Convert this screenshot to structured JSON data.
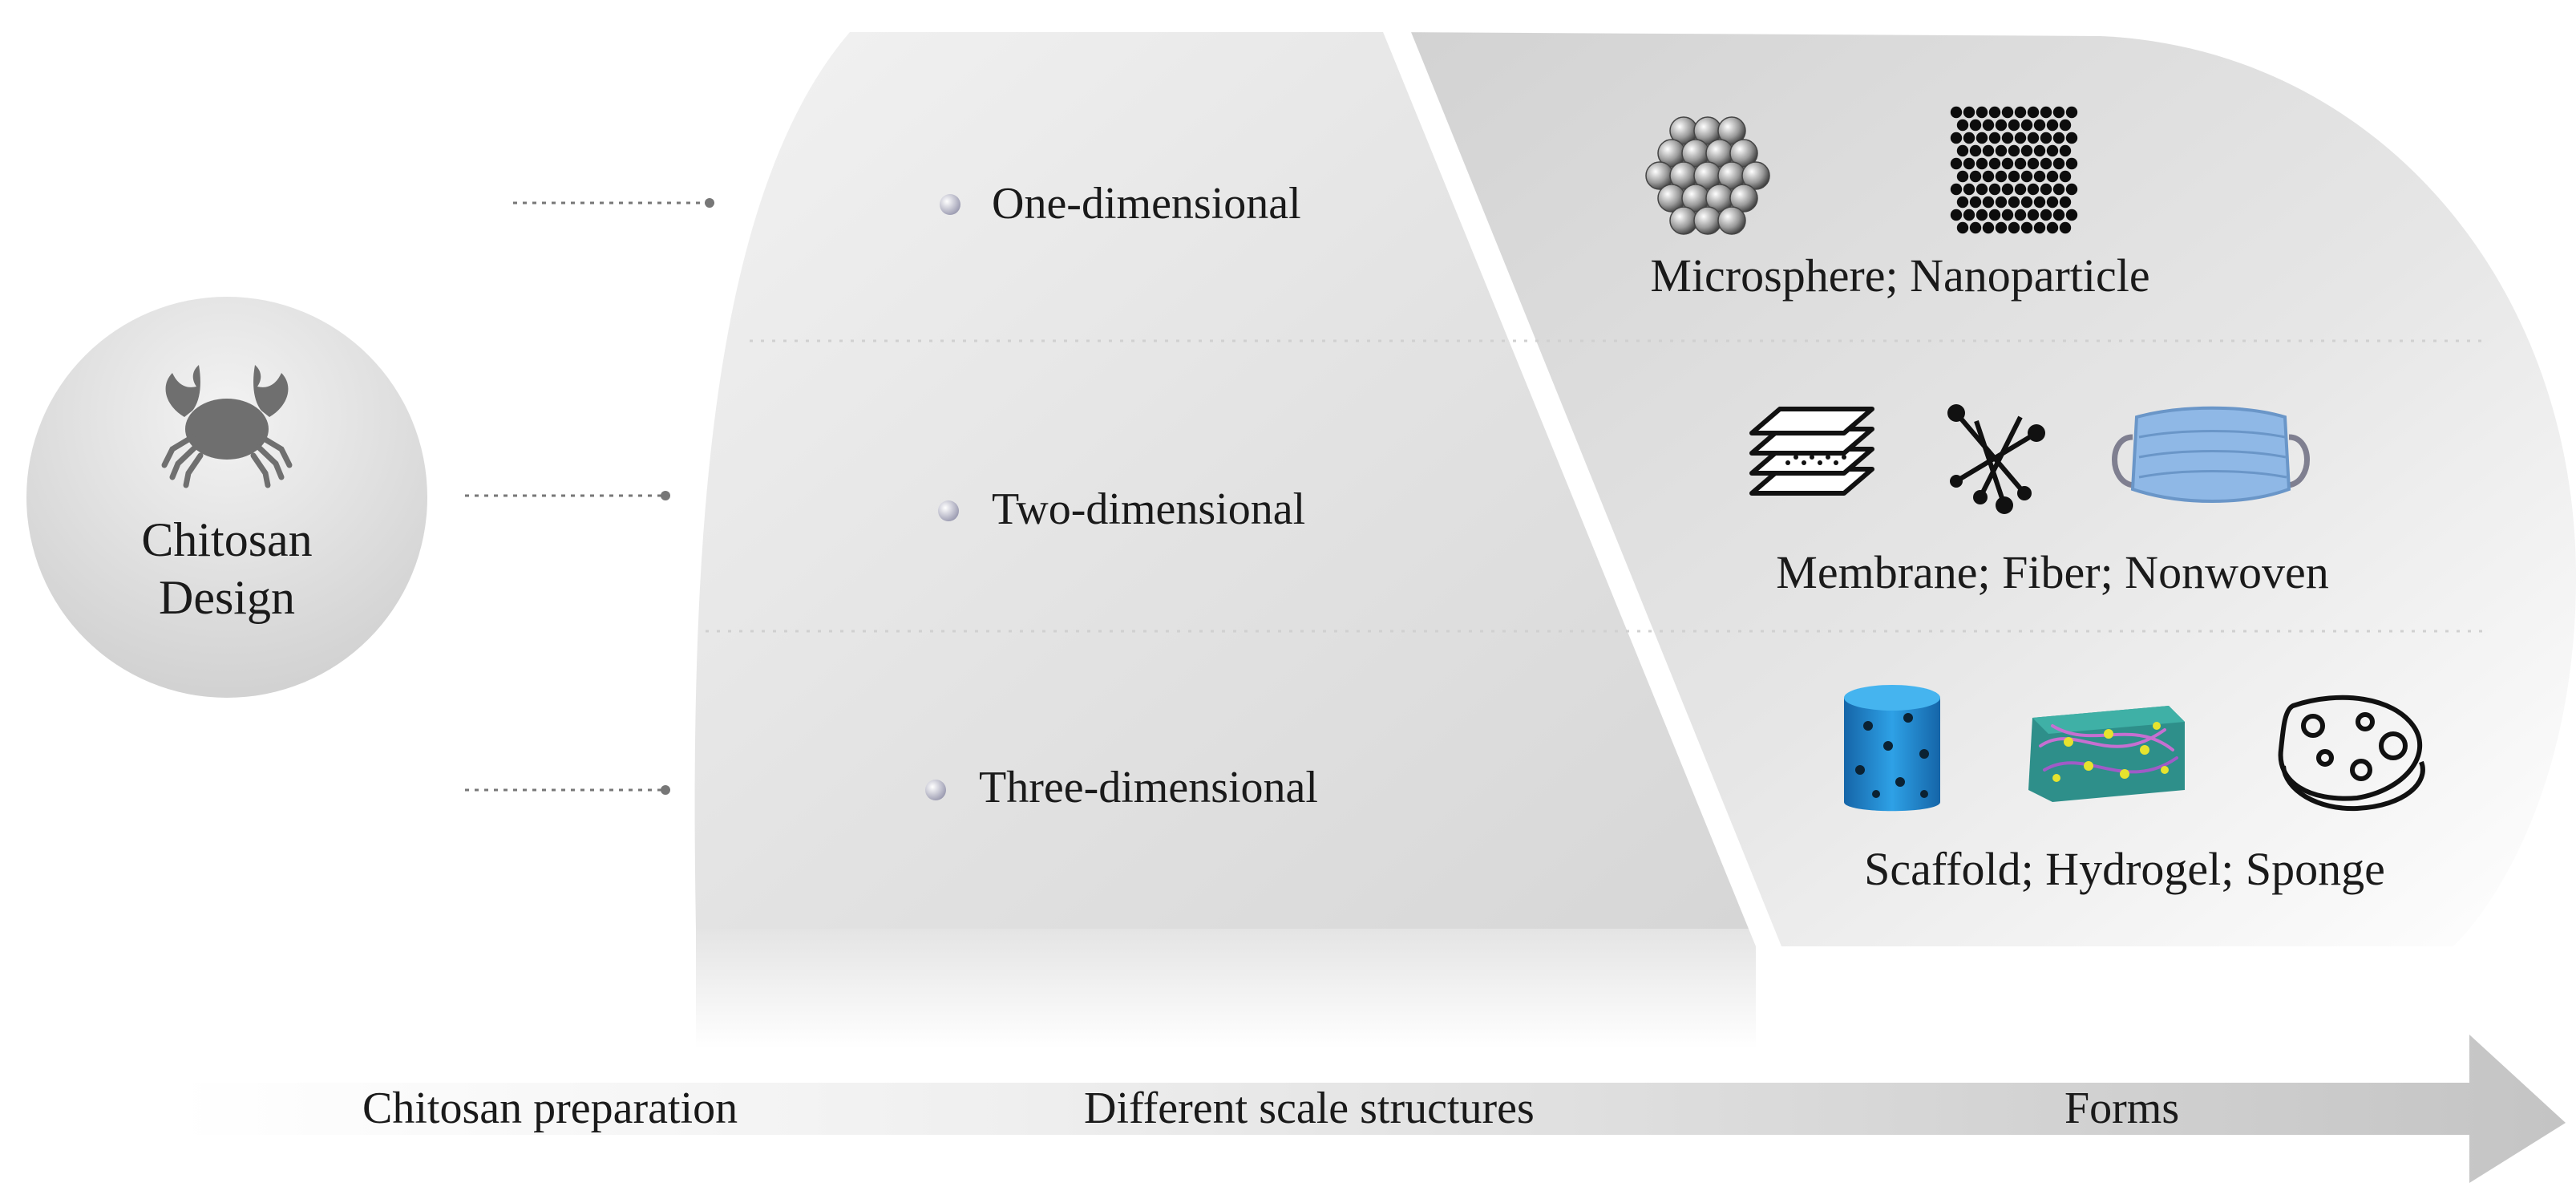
{
  "center": {
    "line1": "Chitosan",
    "line2": "Design",
    "icon": "crab-icon"
  },
  "levels": [
    {
      "label": "One-dimensional"
    },
    {
      "label": "Two-dimensional"
    },
    {
      "label": "Three-dimensional"
    }
  ],
  "forms": [
    {
      "label": "Microsphere; Nanoparticle",
      "icons": [
        "microsphere-icon",
        "nanoparticle-icon"
      ]
    },
    {
      "label": "Membrane; Fiber; Nonwoven",
      "icons": [
        "membrane-icon",
        "fiber-icon",
        "face-mask-icon"
      ]
    },
    {
      "label": "Scaffold; Hydrogel; Sponge",
      "icons": [
        "scaffold-icon",
        "hydrogel-icon",
        "sponge-icon"
      ]
    }
  ],
  "axis": {
    "stages": [
      "Chitosan preparation",
      "Different scale structures",
      "Forms"
    ]
  },
  "colors": {
    "scaffold": "#1f7fc4",
    "hydrogel": "#2e8f8a",
    "mask": "#8fb8e6"
  }
}
